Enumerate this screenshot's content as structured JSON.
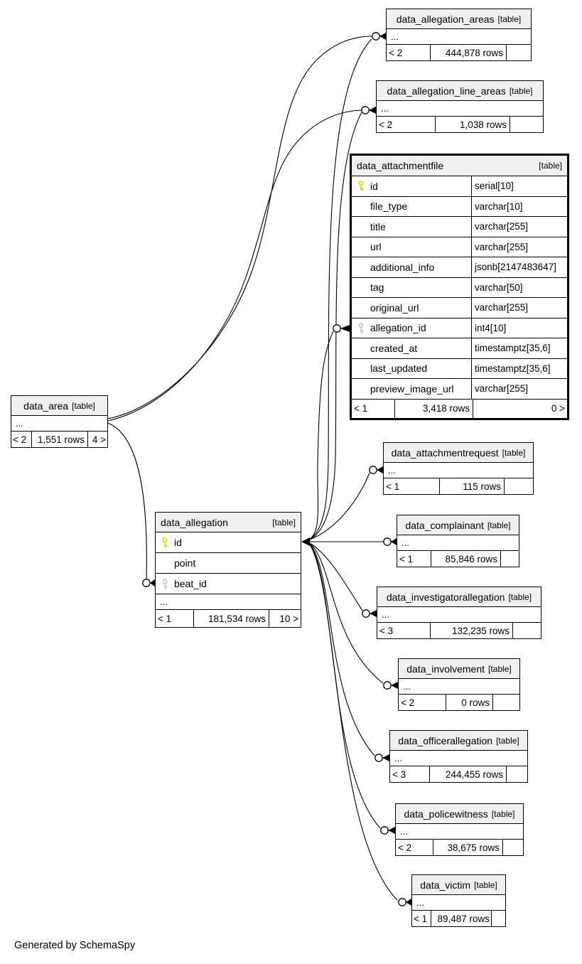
{
  "generated_by": "Generated by SchemaSpy",
  "colors": {
    "table_header_bg": "#f0f0f0",
    "line": "#000000",
    "primary_key_icon": "#dcdc00",
    "foreign_key_icon": "#c6c6c6"
  },
  "tables": {
    "data_allegation_areas": {
      "name": "data_allegation_areas",
      "tag": "[table]",
      "dots": "...",
      "footer": [
        "< 2",
        "444,878 rows",
        ""
      ]
    },
    "data_allegation_line_areas": {
      "name": "data_allegation_line_areas",
      "tag": "[table]",
      "dots": "...",
      "footer": [
        "< 2",
        "1,038 rows",
        ""
      ]
    },
    "data_attachmentfile": {
      "name": "data_attachmentfile",
      "tag": "[table]",
      "columns": [
        {
          "name": "id",
          "type": "serial[10]",
          "key": "pk"
        },
        {
          "name": "file_type",
          "type": "varchar[10]",
          "key": ""
        },
        {
          "name": "title",
          "type": "varchar[255]",
          "key": ""
        },
        {
          "name": "url",
          "type": "varchar[255]",
          "key": ""
        },
        {
          "name": "additional_info",
          "type": "jsonb[2147483647]",
          "key": ""
        },
        {
          "name": "tag",
          "type": "varchar[50]",
          "key": ""
        },
        {
          "name": "original_url",
          "type": "varchar[255]",
          "key": ""
        },
        {
          "name": "allegation_id",
          "type": "int4[10]",
          "key": "fk"
        },
        {
          "name": "created_at",
          "type": "timestamptz[35,6]",
          "key": ""
        },
        {
          "name": "last_updated",
          "type": "timestamptz[35,6]",
          "key": ""
        },
        {
          "name": "preview_image_url",
          "type": "varchar[255]",
          "key": ""
        }
      ],
      "footer": [
        "< 1",
        "3,418 rows",
        "0 >"
      ]
    },
    "data_area": {
      "name": "data_area",
      "tag": "[table]",
      "dots": "...",
      "footer": [
        "< 2",
        "1,551 rows",
        "4 >"
      ]
    },
    "data_allegation": {
      "name": "data_allegation",
      "tag": "[table]",
      "columns": [
        {
          "name": "id",
          "key": "pk"
        },
        {
          "name": "point",
          "key": ""
        },
        {
          "name": "beat_id",
          "key": "fk"
        }
      ],
      "dots": "...",
      "footer": [
        "< 1",
        "181,534 rows",
        "10 >"
      ]
    },
    "data_attachmentrequest": {
      "name": "data_attachmentrequest",
      "tag": "[table]",
      "dots": "...",
      "footer": [
        "< 1",
        "115 rows",
        ""
      ]
    },
    "data_complainant": {
      "name": "data_complainant",
      "tag": "[table]",
      "dots": "...",
      "footer": [
        "< 1",
        "85,846 rows",
        ""
      ]
    },
    "data_investigatorallegation": {
      "name": "data_investigatorallegation",
      "tag": "[table]",
      "dots": "...",
      "footer": [
        "< 3",
        "132,235 rows",
        ""
      ]
    },
    "data_involvement": {
      "name": "data_involvement",
      "tag": "[table]",
      "dots": "...",
      "footer": [
        "< 2",
        "0 rows",
        ""
      ]
    },
    "data_officerallegation": {
      "name": "data_officerallegation",
      "tag": "[table]",
      "dots": "...",
      "footer": [
        "< 3",
        "244,455 rows",
        ""
      ]
    },
    "data_policewitness": {
      "name": "data_policewitness",
      "tag": "[table]",
      "dots": "...",
      "footer": [
        "< 2",
        "38,675 rows",
        ""
      ]
    },
    "data_victim": {
      "name": "data_victim",
      "tag": "[table]",
      "dots": "...",
      "footer": [
        "< 1",
        "89,487 rows",
        ""
      ]
    }
  }
}
